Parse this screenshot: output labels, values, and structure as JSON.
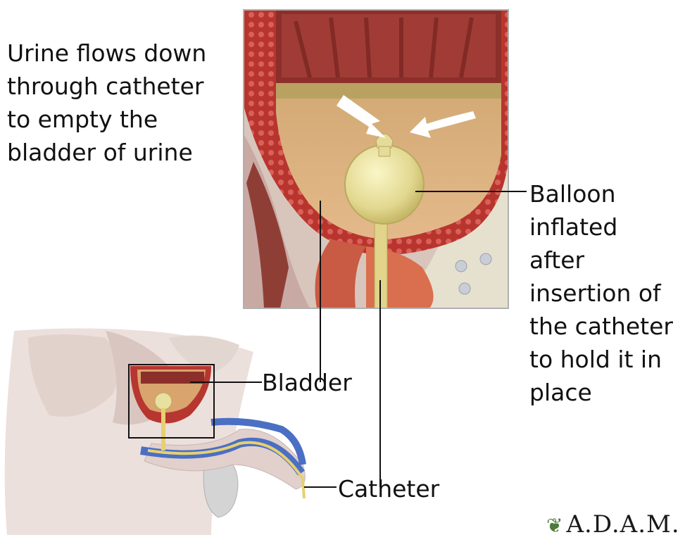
{
  "description_text": {
    "intro": [
      "Urine flows down",
      "through catheter",
      "to empty the",
      "bladder of urine"
    ],
    "balloon": [
      "Balloon",
      "inflated",
      "after",
      "insertion of",
      "the catheter",
      "to hold it in",
      "place"
    ]
  },
  "labels": {
    "bladder": "Bladder",
    "catheter": "Catheter"
  },
  "logo": {
    "leaf_glyph": "❦",
    "text": "A.D.A.M."
  },
  "colors": {
    "bladder_wall": "#c0453a",
    "urine": "#d9b27a",
    "balloon": "#e8e0a0",
    "urethra_blue": "#4a6fc4",
    "skin": "#e9dcd8"
  }
}
